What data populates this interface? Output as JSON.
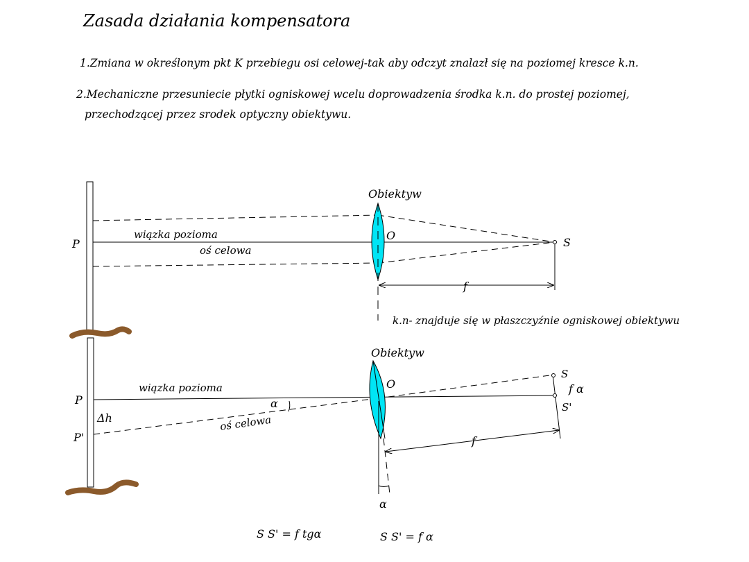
{
  "title": "Zasada działania kompensatora",
  "points": {
    "p1": "1.Zmiana w określonym pkt K przebiegu osi celowej-tak aby  odczyt znalazł się na poziomej kresce k.n.",
    "p2_line1": "2.Mechaniczne przesuniecie płytki ogniskowej wcelu doprowadzenia  środka k.n. do prostej  poziomej,",
    "p2_line2": "przechodzącej przez srodek optyczny obiektywu."
  },
  "diagram_top": {
    "label_lens": "Obiektyw",
    "label_O": "O",
    "label_P": "P",
    "label_S": "S",
    "label_beam": "wiązka pozioma",
    "label_axis": "oś celowa",
    "label_f": "f",
    "note": "k.n- znajduje się w płaszczyźnie ogniskowej obiektywu"
  },
  "diagram_bottom": {
    "label_lens": "Obiektyw",
    "label_O": "O",
    "label_P": "P",
    "label_P_prime": "P'",
    "label_dh": "Δh",
    "label_beam": "wiązka pozioma",
    "label_axis": "oś celowa",
    "label_alpha": "α",
    "label_alpha_lens": "α",
    "label_S": "S",
    "label_S_prime": "S'",
    "label_f_alpha": "f α",
    "label_f": "f"
  },
  "formulas": {
    "f1": "S S' = f tgα",
    "f2": "S S' = f α"
  },
  "colors": {
    "lens": "#00e5f5",
    "ground": "#8b5a2b"
  }
}
